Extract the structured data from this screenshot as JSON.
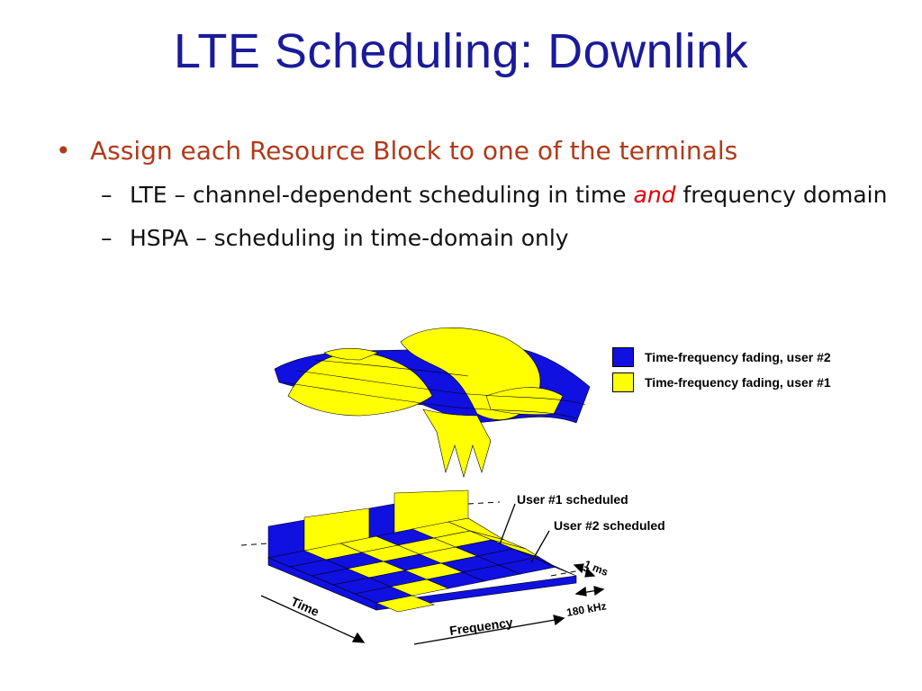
{
  "slide": {
    "title": "LTE Scheduling: Downlink"
  },
  "bullets": {
    "main_bullet": "•",
    "main": "Assign each Resource Block to one of the terminals",
    "dash": "–",
    "sub1_pre": "LTE – channel-dependent scheduling in time ",
    "sub1_em": "and",
    "sub1_post": " frequency domain",
    "sub2": "HSPA – scheduling in time-domain only"
  },
  "legend": {
    "items": [
      {
        "label": "Time-frequency fading, user #2",
        "color": "#1010e0"
      },
      {
        "label": "Time-frequency fading, user #1",
        "color": "#ffff00"
      }
    ]
  },
  "diagram": {
    "user1_scheduled": "User #1 scheduled",
    "user2_scheduled": "User #2 scheduled",
    "one_ms": "1 ms",
    "khz": "180 kHz",
    "time": "Time",
    "frequency": "Frequency",
    "colors": {
      "user1": "#ffff00",
      "user2": "#1010e0"
    }
  }
}
